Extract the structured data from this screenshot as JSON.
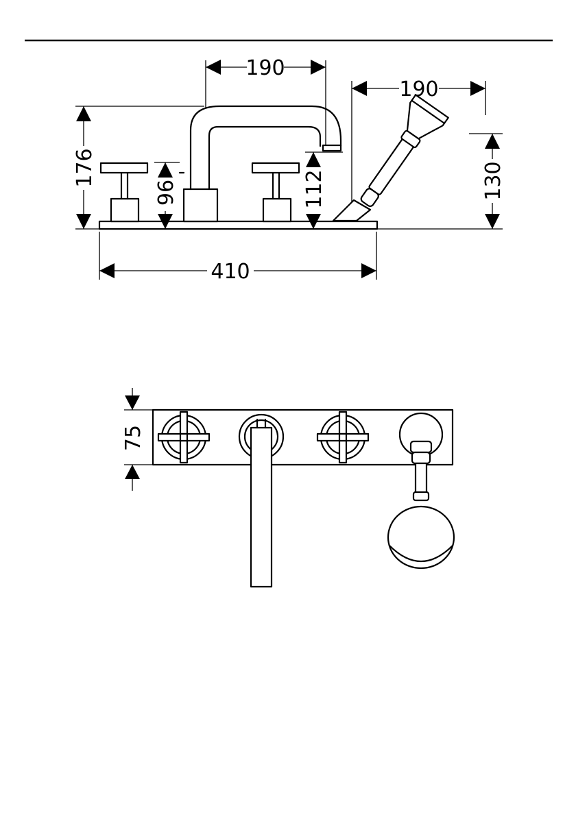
{
  "dimensions": {
    "spout_width": "190",
    "handshower_width": "190",
    "total_height": "176",
    "handle_height": "96",
    "spout_outlet_height": "112",
    "handshower_height": "130",
    "overall_length": "410",
    "plate_depth": "75"
  },
  "icons": {
    "side_view": "tap-side-elevation-icon",
    "top_view": "tap-plan-view-icon"
  },
  "colors": {
    "line": "#000000",
    "background": "#ffffff"
  }
}
